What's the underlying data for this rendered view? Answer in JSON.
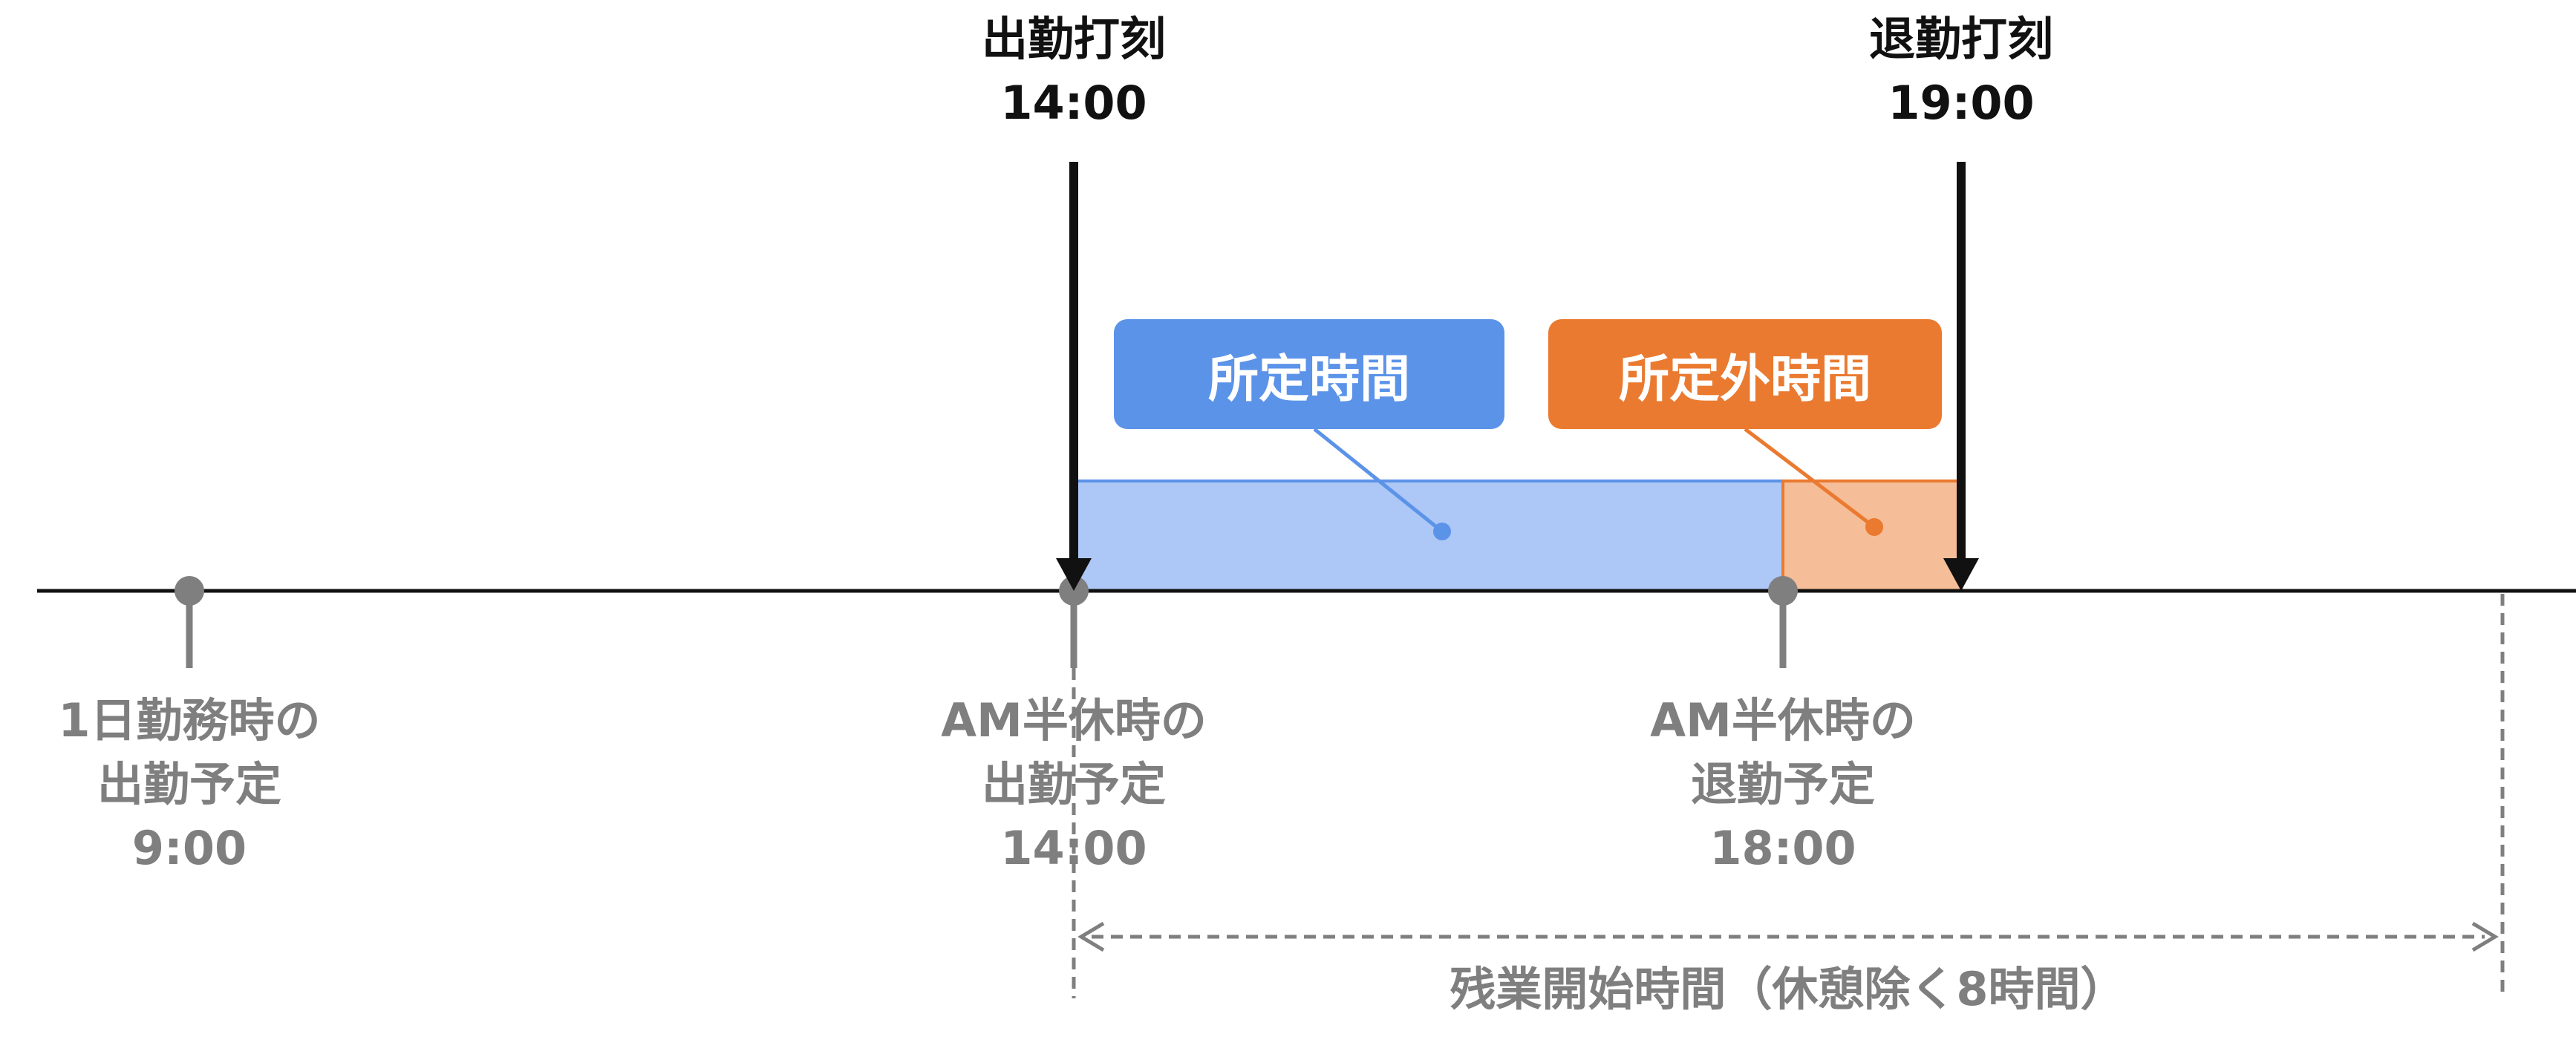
{
  "punch_in": {
    "title": "出勤打刻",
    "time": "14:00"
  },
  "punch_out": {
    "title": "退勤打刻",
    "time": "19:00"
  },
  "scheduled_label": "所定時間",
  "overtime_label": "所定外時間",
  "markers": [
    {
      "line1": "1日勤務時の",
      "line2": "出勤予定",
      "time": "9:00"
    },
    {
      "line1": "AM半休時の",
      "line2": "出勤予定",
      "time": "14:00"
    },
    {
      "line1": "AM半休時の",
      "line2": "退勤予定",
      "time": "18:00"
    }
  ],
  "overtime_start": "残業開始時間（休憩除く8時間）",
  "colors": {
    "blue": "#5b93e8",
    "blue_fill": "#adc8f6",
    "orange": "#ea7a30",
    "orange_fill": "#f5bd98",
    "gray": "#7f7f7f",
    "black": "#111111"
  }
}
